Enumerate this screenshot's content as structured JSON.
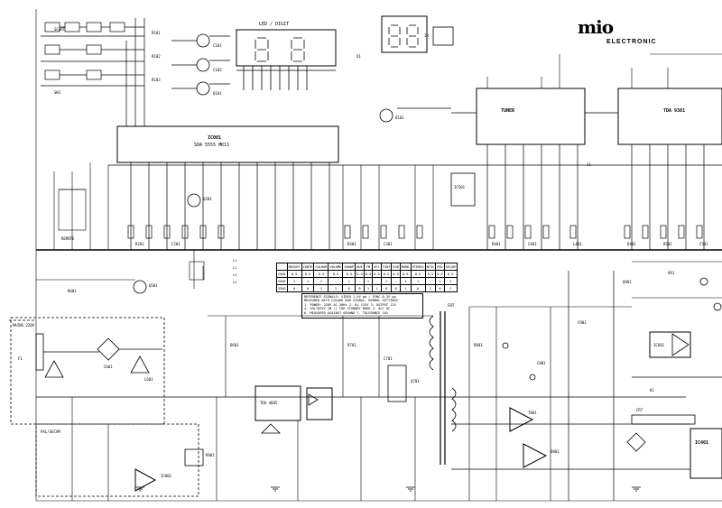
{
  "brand": {
    "logo_word": "mio",
    "logo_sub": "ELECTRONIC"
  },
  "blocks": {
    "tuner": "TUNER",
    "ic_main": "TDA 9381",
    "ic_proc": "IC501",
    "ic_mcu": "IC001",
    "ic_mcu_sub": "SDA 5555 MK11",
    "display_block": "LED / DIGIT",
    "audio_amp": "IC601",
    "pwr_ic": "TDA 4605",
    "flyback": "FBT",
    "crt_conn": "CRT",
    "ir_recv": "IR",
    "remote_block": "REMOTE",
    "scart": "SCART",
    "mains": "MAINS 220V",
    "output_ic": "IC401",
    "pal_label": "PAL/SECAM"
  },
  "table": {
    "header": [
      "",
      "BRIGHT",
      "CONTR",
      "COLOUR",
      "VOLUME",
      "SHARP",
      "HUE",
      "FM",
      "AFC",
      "TINT",
      "OSD",
      "MONO",
      "STEREO",
      "NTSC",
      "PAL",
      "SECAM"
    ],
    "rows": [
      [
        "SSW1",
        "0.5",
        "0.5",
        "0.5",
        "0.5",
        "0.5",
        "0.5",
        "0.5",
        "0.5",
        "0.5",
        "0.5",
        "0.5",
        "0.5",
        "0.5",
        "0.5",
        "0.5"
      ],
      [
        "SSW2",
        "1",
        "1",
        "1",
        "-",
        "1",
        "-",
        "1",
        "-",
        "1",
        "-",
        "1",
        "1",
        "-",
        "1",
        "1"
      ],
      [
        "SSW3",
        "0",
        "0",
        "1",
        "1",
        "0",
        "0",
        "1",
        "1",
        "0",
        "0",
        "1",
        "0",
        "1",
        "0",
        "1"
      ]
    ]
  },
  "legend": [
    "L1",
    "L2",
    "L3",
    "L4"
  ],
  "notes": [
    "REFERENCE SIGNALS: VIDEO 1.0V pp / SYNC 0.3V pp",
    "MEASURED WITH COLOUR BAR SIGNAL, NORMAL SETTINGS",
    "1. POWER: 220V AC 50Hz   2. B+ 115V   3. OUTPUT 12V",
    "4. VOLTAGES IN () FOR STANDBY MODE  5. ALL DC",
    "6. MEASURED AGAINST GROUND  7. TOLERANCE 10%"
  ],
  "components": [
    "R101",
    "R102",
    "R103",
    "C101",
    "C102",
    "Q101",
    "D101",
    "R201",
    "C201",
    "Q201",
    "R301",
    "C301",
    "R401",
    "C401",
    "L401",
    "D401",
    "R501",
    "C501",
    "Q501",
    "R601",
    "C601",
    "L601",
    "D601",
    "R701",
    "C701",
    "Q701",
    "R801",
    "C801",
    "T801",
    "D801",
    "IC801",
    "R901",
    "C901",
    "Q901",
    "VR1",
    "SW1",
    "X1",
    "F1",
    "J1",
    "K1"
  ]
}
